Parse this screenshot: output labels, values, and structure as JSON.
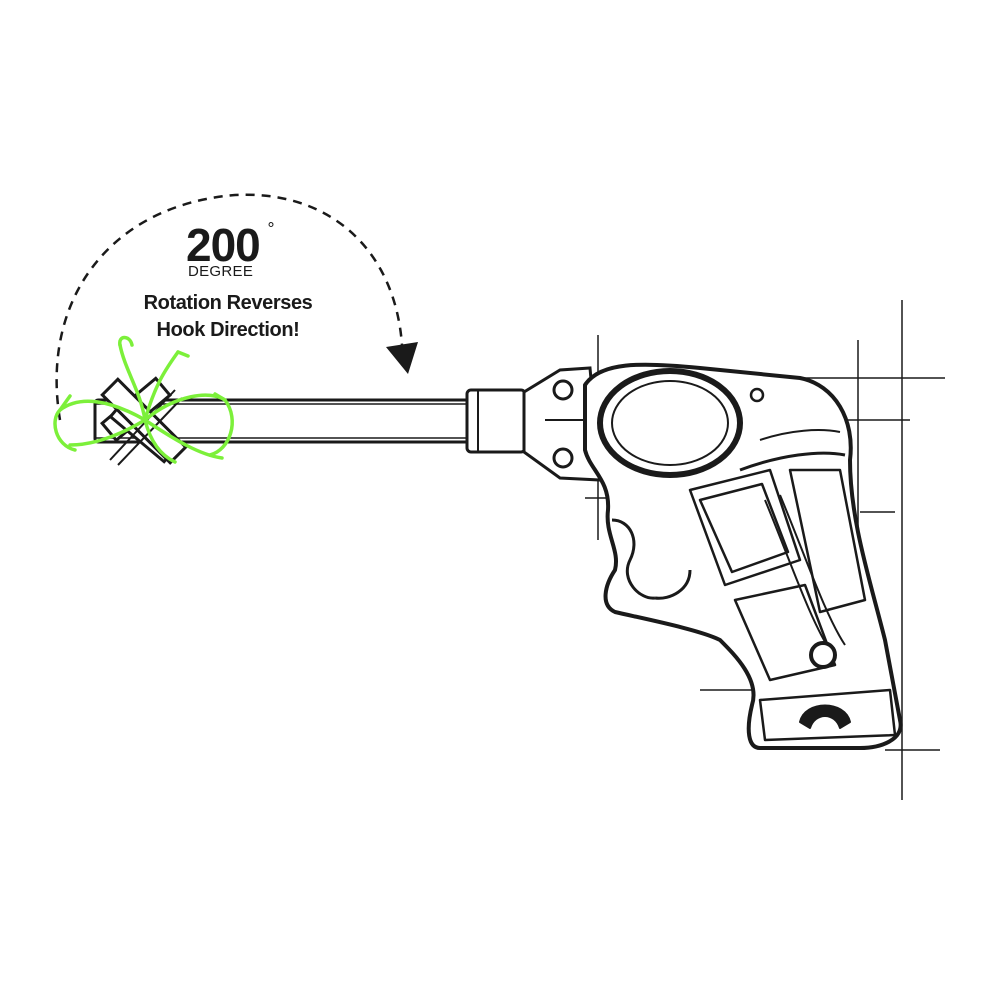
{
  "annotation": {
    "angle_value": "200",
    "degree_symbol": "°",
    "angle_unit": "DEGREE",
    "caption_line1": "Rotation Reverses",
    "caption_line2": "Hook Direction!"
  },
  "colors": {
    "line": "#1a1a1a",
    "hook_accent": "#7cf03a",
    "background": "#ffffff"
  }
}
